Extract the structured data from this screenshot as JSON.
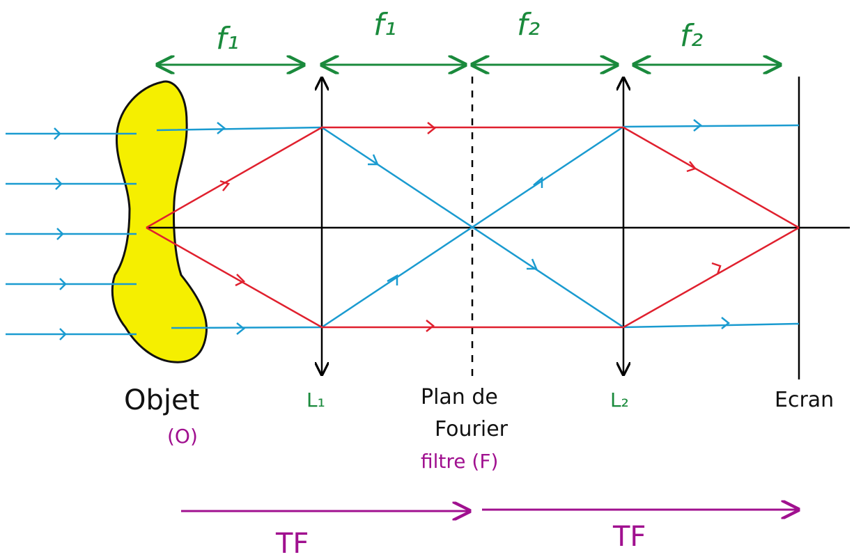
{
  "labels": {
    "dist_1": "f₁",
    "dist_2": "f₁",
    "dist_3": "f₂",
    "dist_4": "f₂",
    "object": "Objet",
    "object_symbol": "(O)",
    "lens_1": "L₁",
    "fourier_line1": "Plan de",
    "fourier_line2": "Fourier",
    "filter": "filtre (F)",
    "lens_2": "L₂",
    "screen": "Ecran",
    "tf_1": "TF",
    "tf_2": "TF"
  },
  "colors": {
    "axis": "#000000",
    "blue_rays": "#1a9bd0",
    "red_rays": "#e0202e",
    "green_annotations": "#1a8a3c",
    "purple_annotations": "#a0108f",
    "object_fill": "#f5ef00"
  }
}
